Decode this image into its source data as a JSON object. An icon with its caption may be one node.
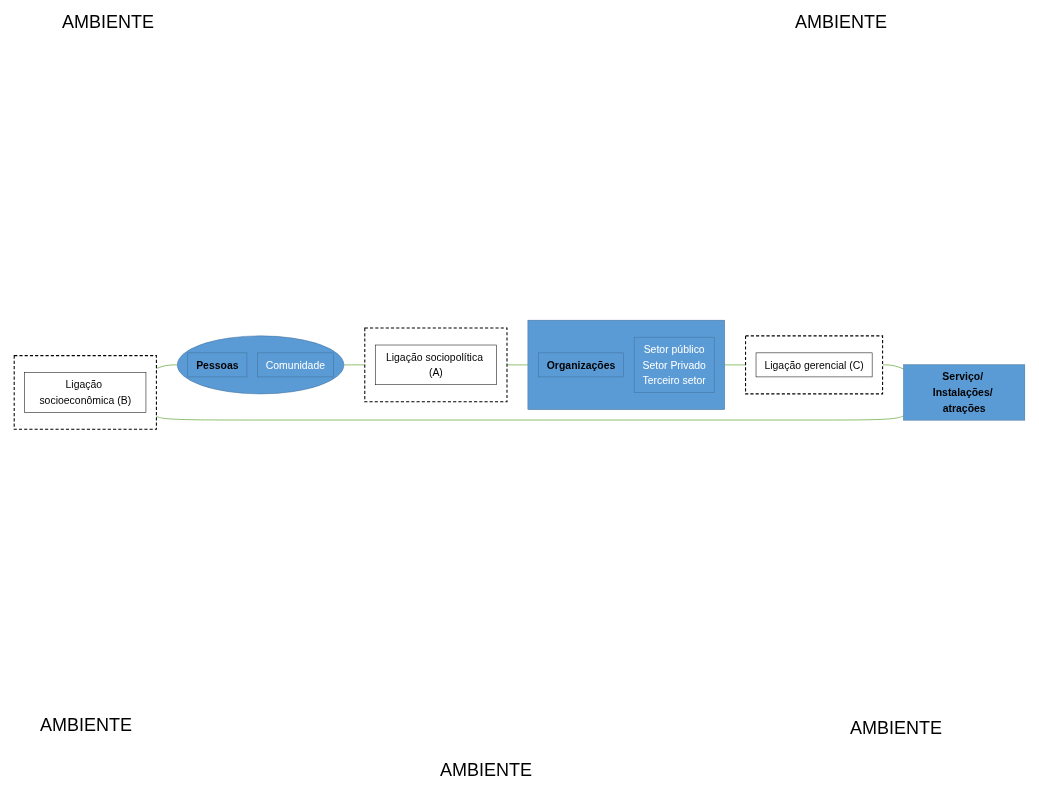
{
  "diagram": {
    "nodes": [
      {
        "text": [],
        "shape": "circle"
      },
      {
        "text": [
          "Pessoas"
        ],
        "in": 0
      },
      {
        "text": [
          "Comunidade"
        ],
        "in": 0
      },
      {
        "text": [],
        "shape": "box"
      },
      {
        "text": [
          "Ligação sociopolítica (A)"
        ],
        "in": 3
      },
      {
        "text": [],
        "shape": "box"
      },
      {
        "text": [
          "Organizações"
        ],
        "in": 5
      },
      {
        "text": [
          "Setor público",
          "Setor Privado",
          "Terceiro setor"
        ],
        "in": 5
      },
      {
        "text": [],
        "shape": "box"
      },
      {
        "text": [
          "Ligação gerencial (C)"
        ],
        "in": 8
      },
      {
        "text": [
          "Serviço/ Instalações/ atrações"
        ]
      },
      {
        "text": [],
        "shape": "box"
      },
      {
        "text": [
          "Ligação socioeconômica (B)"
        ],
        "in": 11
      }
    ],
    "edges": [
      {
        "from": 0,
        "to": 3,
        "arrow": "none"
      },
      {
        "from": 3,
        "to": 5,
        "arrow": "none"
      },
      {
        "from": 5,
        "to": 8,
        "arrow": "none"
      },
      {
        "from": 8,
        "to": 10,
        "arrow": "none"
      },
      {
        "from": 10,
        "to": 11,
        "arrow": "none"
      },
      {
        "from": 11,
        "to": 0,
        "arrow": "none"
      }
    ],
    "labels": [
      "AMBIENTE",
      "AMBIENTE",
      "AMBIENTE",
      "AMBIENTE",
      "AMBIENTE"
    ]
  }
}
